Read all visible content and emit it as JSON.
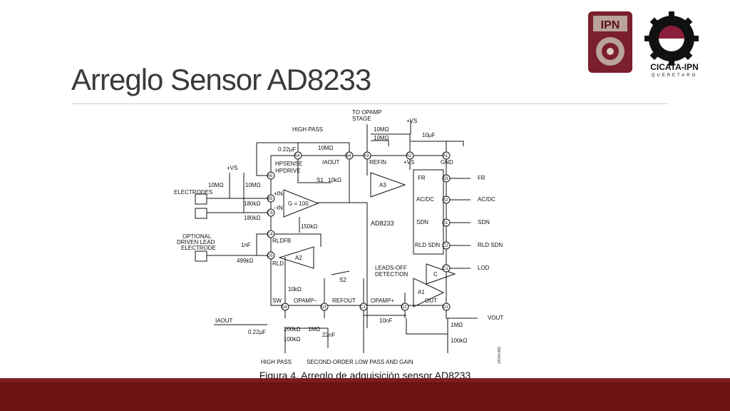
{
  "slide": {
    "title": "Arreglo Sensor AD8233",
    "caption": "Figura 4. Arreglo de adquisición sensor AD8233"
  },
  "logos": {
    "left": "ipn-seal-logo",
    "right_text": "CICATA-IPN",
    "right_subtext": "QUERETARO"
  },
  "diagram": {
    "top_labels": {
      "to_opamp": "TO OPAMP",
      "stage": "STAGE",
      "vs": "+VS",
      "high_pass": "HIGH PASS",
      "cap_022": "0.22µF",
      "res_10m": "10MΩ",
      "res_10m_a": "10MΩ",
      "res_10m_b": "10MΩ",
      "cap_10u": "10µF"
    },
    "pins": {
      "a5": "A5",
      "a4": "A4",
      "b4": "B4",
      "a3": "A3",
      "a2": "A2",
      "a1": "A1",
      "b5": "B5",
      "c5": "C5",
      "c4": "C4",
      "b3": "B3",
      "b2": "B2",
      "b1": "B1",
      "c2": "C2",
      "c1": "C1",
      "d5": "D5",
      "d4": "D4",
      "d3": "D3",
      "c3": "C3",
      "d2": "D2",
      "d1": "D1"
    },
    "inner": {
      "hpsense": "HPSENSE",
      "hpdrive": "HPDRIVE",
      "iaout": "IAOUT",
      "refin": "REFIN",
      "vs_in": "+VS",
      "gnd": "GND",
      "s1": "S1",
      "res_10k": "10kΩ",
      "a3_amp": "A3",
      "in_plus": "+IN",
      "in_minus": "−IN",
      "gain": "G = 100",
      "res_150k": "150kΩ",
      "ad8233": "AD8233",
      "rldfb": "RLDFB",
      "a2_amp": "A2",
      "rld": "RLD",
      "fr": "FR",
      "acdc": "AC/DC",
      "sdn": "SDN",
      "rld_sdn": "RLD SDN",
      "leads_off": "LEADS-OFF",
      "detection": "DETECTION",
      "c_amp": "C",
      "s2": "S2",
      "res_10k_b": "10kΩ",
      "a1_amp": "A1",
      "sw": "SW",
      "opamp_minus": "OPAMP−",
      "refout": "REFOUT",
      "opamp_plus": "OPAMP+",
      "out": "OUT"
    },
    "left_labels": {
      "vs": "+VS",
      "res_10m_a": "10MΩ",
      "res_10m_b": "10MΩ",
      "electrodes": "ELECTRODES",
      "res_180k_a": "180kΩ",
      "res_180k_b": "180kΩ",
      "optional": "OPTIONAL",
      "driven_lead": "DRIVEN LEAD",
      "electrode": "ELECTRODE",
      "cap_1n": "1nF",
      "res_499k": "499kΩ"
    },
    "right_labels": {
      "fr": "FR",
      "acdc": "AC/DC",
      "sdn": "SDN",
      "rld_sdn": "RLD SDN",
      "lod": "LOD",
      "vout": "VOUT",
      "res_1m": "1MΩ",
      "res_100k": "100kΩ"
    },
    "bottom_labels": {
      "iaout": "IAOUT",
      "cap_022": "0.22µF",
      "res_200k": "200kΩ",
      "res_1m": "1MΩ",
      "res_100k": "100kΩ",
      "cap_22n": "22nF",
      "cap_10n": "10nF",
      "high_pass": "HIGH PASS",
      "second_order": "SECOND-ORDER LOW PASS AND GAIN",
      "figure_id": "14764-002"
    }
  }
}
